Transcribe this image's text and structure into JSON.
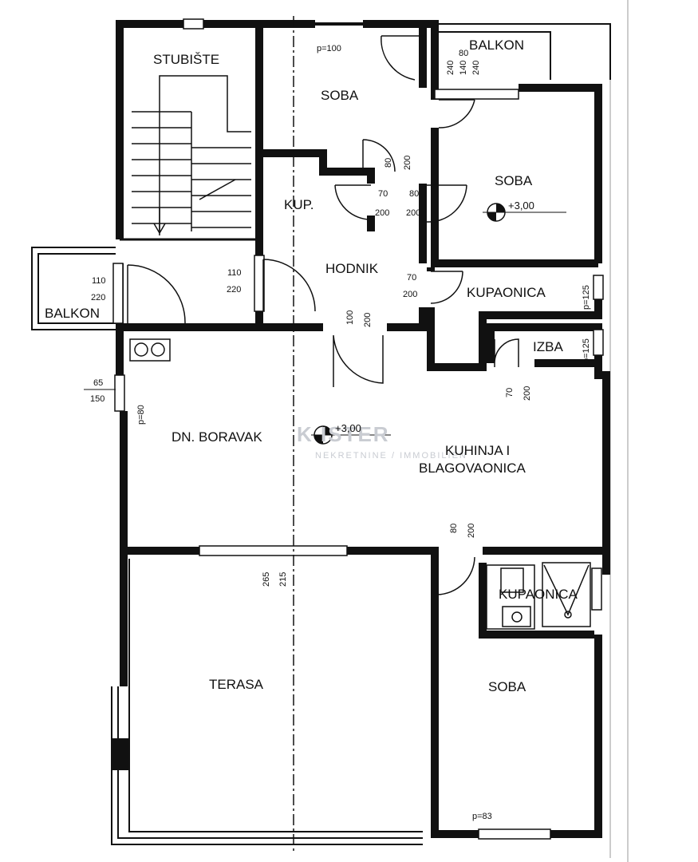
{
  "rooms": {
    "stairs": "STUBIŠTE",
    "balcony_top": "BALKON",
    "bedroom_top": "SOBA",
    "bedroom_right": "SOBA",
    "small_bath": "KUP.",
    "hallway": "HODNIK",
    "bathroom_upper": "KUPAONICA",
    "storage": "IZBA",
    "balcony_left": "BALKON",
    "living": "DN. BORAVAK",
    "kitchen_line1": "KUHINJA I",
    "kitchen_line2": "BLAGOVAONICA",
    "bathroom_lower": "KUPAONICA",
    "terrace": "TERASA",
    "bedroom_bottom": "SOBA"
  },
  "levels": {
    "bedroom_right": "+3,00",
    "living": "+3,00"
  },
  "watermark": {
    "brand": "K   ISTER",
    "sub": "NEKRETNINE / IMMOBILIEN"
  },
  "dimensions": {
    "p100": "p=100",
    "p125_a": "p=125",
    "p125_b": "p=125",
    "p80": "p=80",
    "p83": "p=83",
    "d80_bal": "80",
    "d240_a": "240",
    "d140": "140",
    "d240_b": "240",
    "d80_a": "80",
    "d200_a": "200",
    "d70_a": "70",
    "d200_b": "200",
    "d80_b": "80",
    "d200_c": "200",
    "d110_a": "110",
    "d220_a": "220",
    "d110_b": "110",
    "d220_b": "220",
    "d70_b": "70",
    "d200_d": "200",
    "d100": "100",
    "d200_e": "200",
    "d70_c": "70",
    "d200_f": "200",
    "d65": "65",
    "d150": "150",
    "d80_c": "80",
    "d200_g": "200",
    "d265": "265",
    "d215": "215"
  }
}
